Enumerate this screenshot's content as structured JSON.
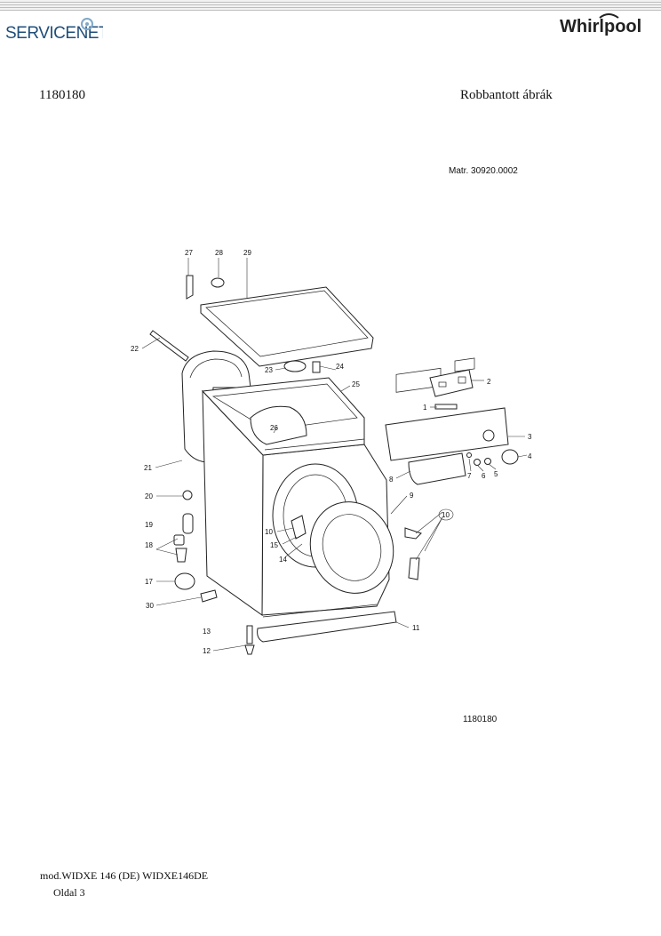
{
  "header": {
    "left_logo": "SERVICENET",
    "right_logo": "Whirlpool",
    "brand_color": "#1f4e7a"
  },
  "document": {
    "part_number": "1180180",
    "title": "Robbantott ábrák",
    "matr": "Matr. 30920.0002",
    "diagram_number": "1180180",
    "model": "mod.WIDXE 146 (DE) WIDXE146DE",
    "page": "Oldal 3"
  },
  "callouts": [
    "27",
    "28",
    "29",
    "22",
    "23",
    "24",
    "25",
    "2",
    "1",
    "3",
    "4",
    "5",
    "6",
    "7",
    "8",
    "26",
    "21",
    "20",
    "19",
    "18",
    "17",
    "30",
    "13",
    "12",
    "9",
    "10",
    "10",
    "15",
    "14",
    "11"
  ]
}
